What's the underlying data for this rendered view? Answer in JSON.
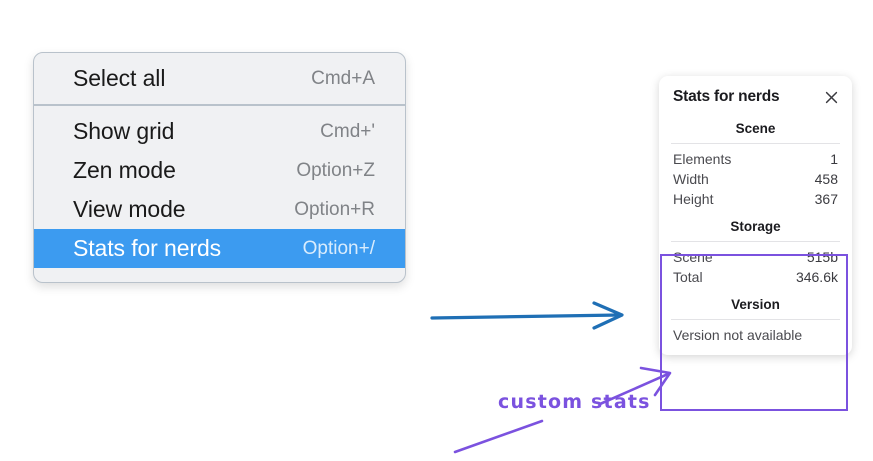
{
  "context_menu": {
    "groups": [
      {
        "items": [
          {
            "label": "Select all",
            "shortcut": "Cmd+A",
            "selected": false
          }
        ]
      },
      {
        "items": [
          {
            "label": "Show grid",
            "shortcut": "Cmd+'",
            "selected": false
          },
          {
            "label": "Zen mode",
            "shortcut": "Option+Z",
            "selected": false
          },
          {
            "label": "View mode",
            "shortcut": "Option+R",
            "selected": false
          },
          {
            "label": "Stats for nerds",
            "shortcut": "Option+/",
            "selected": true
          }
        ]
      }
    ],
    "highlight_color": "#3c9bf0"
  },
  "stats_panel": {
    "title": "Stats for nerds",
    "close_icon": "close-icon",
    "sections": [
      {
        "heading": "Scene",
        "rows": [
          {
            "label": "Elements",
            "value": "1"
          },
          {
            "label": "Width",
            "value": "458"
          },
          {
            "label": "Height",
            "value": "367"
          }
        ]
      },
      {
        "heading": "Storage",
        "rows": [
          {
            "label": "Scene",
            "value": "515b"
          },
          {
            "label": "Total",
            "value": "346.6k"
          }
        ]
      },
      {
        "heading": "Version",
        "note": "Version not available"
      }
    ]
  },
  "annotations": {
    "custom_stats_label": "custom stats",
    "annotation_color": "#7b52df",
    "arrow_color": "#1f6fb5"
  }
}
